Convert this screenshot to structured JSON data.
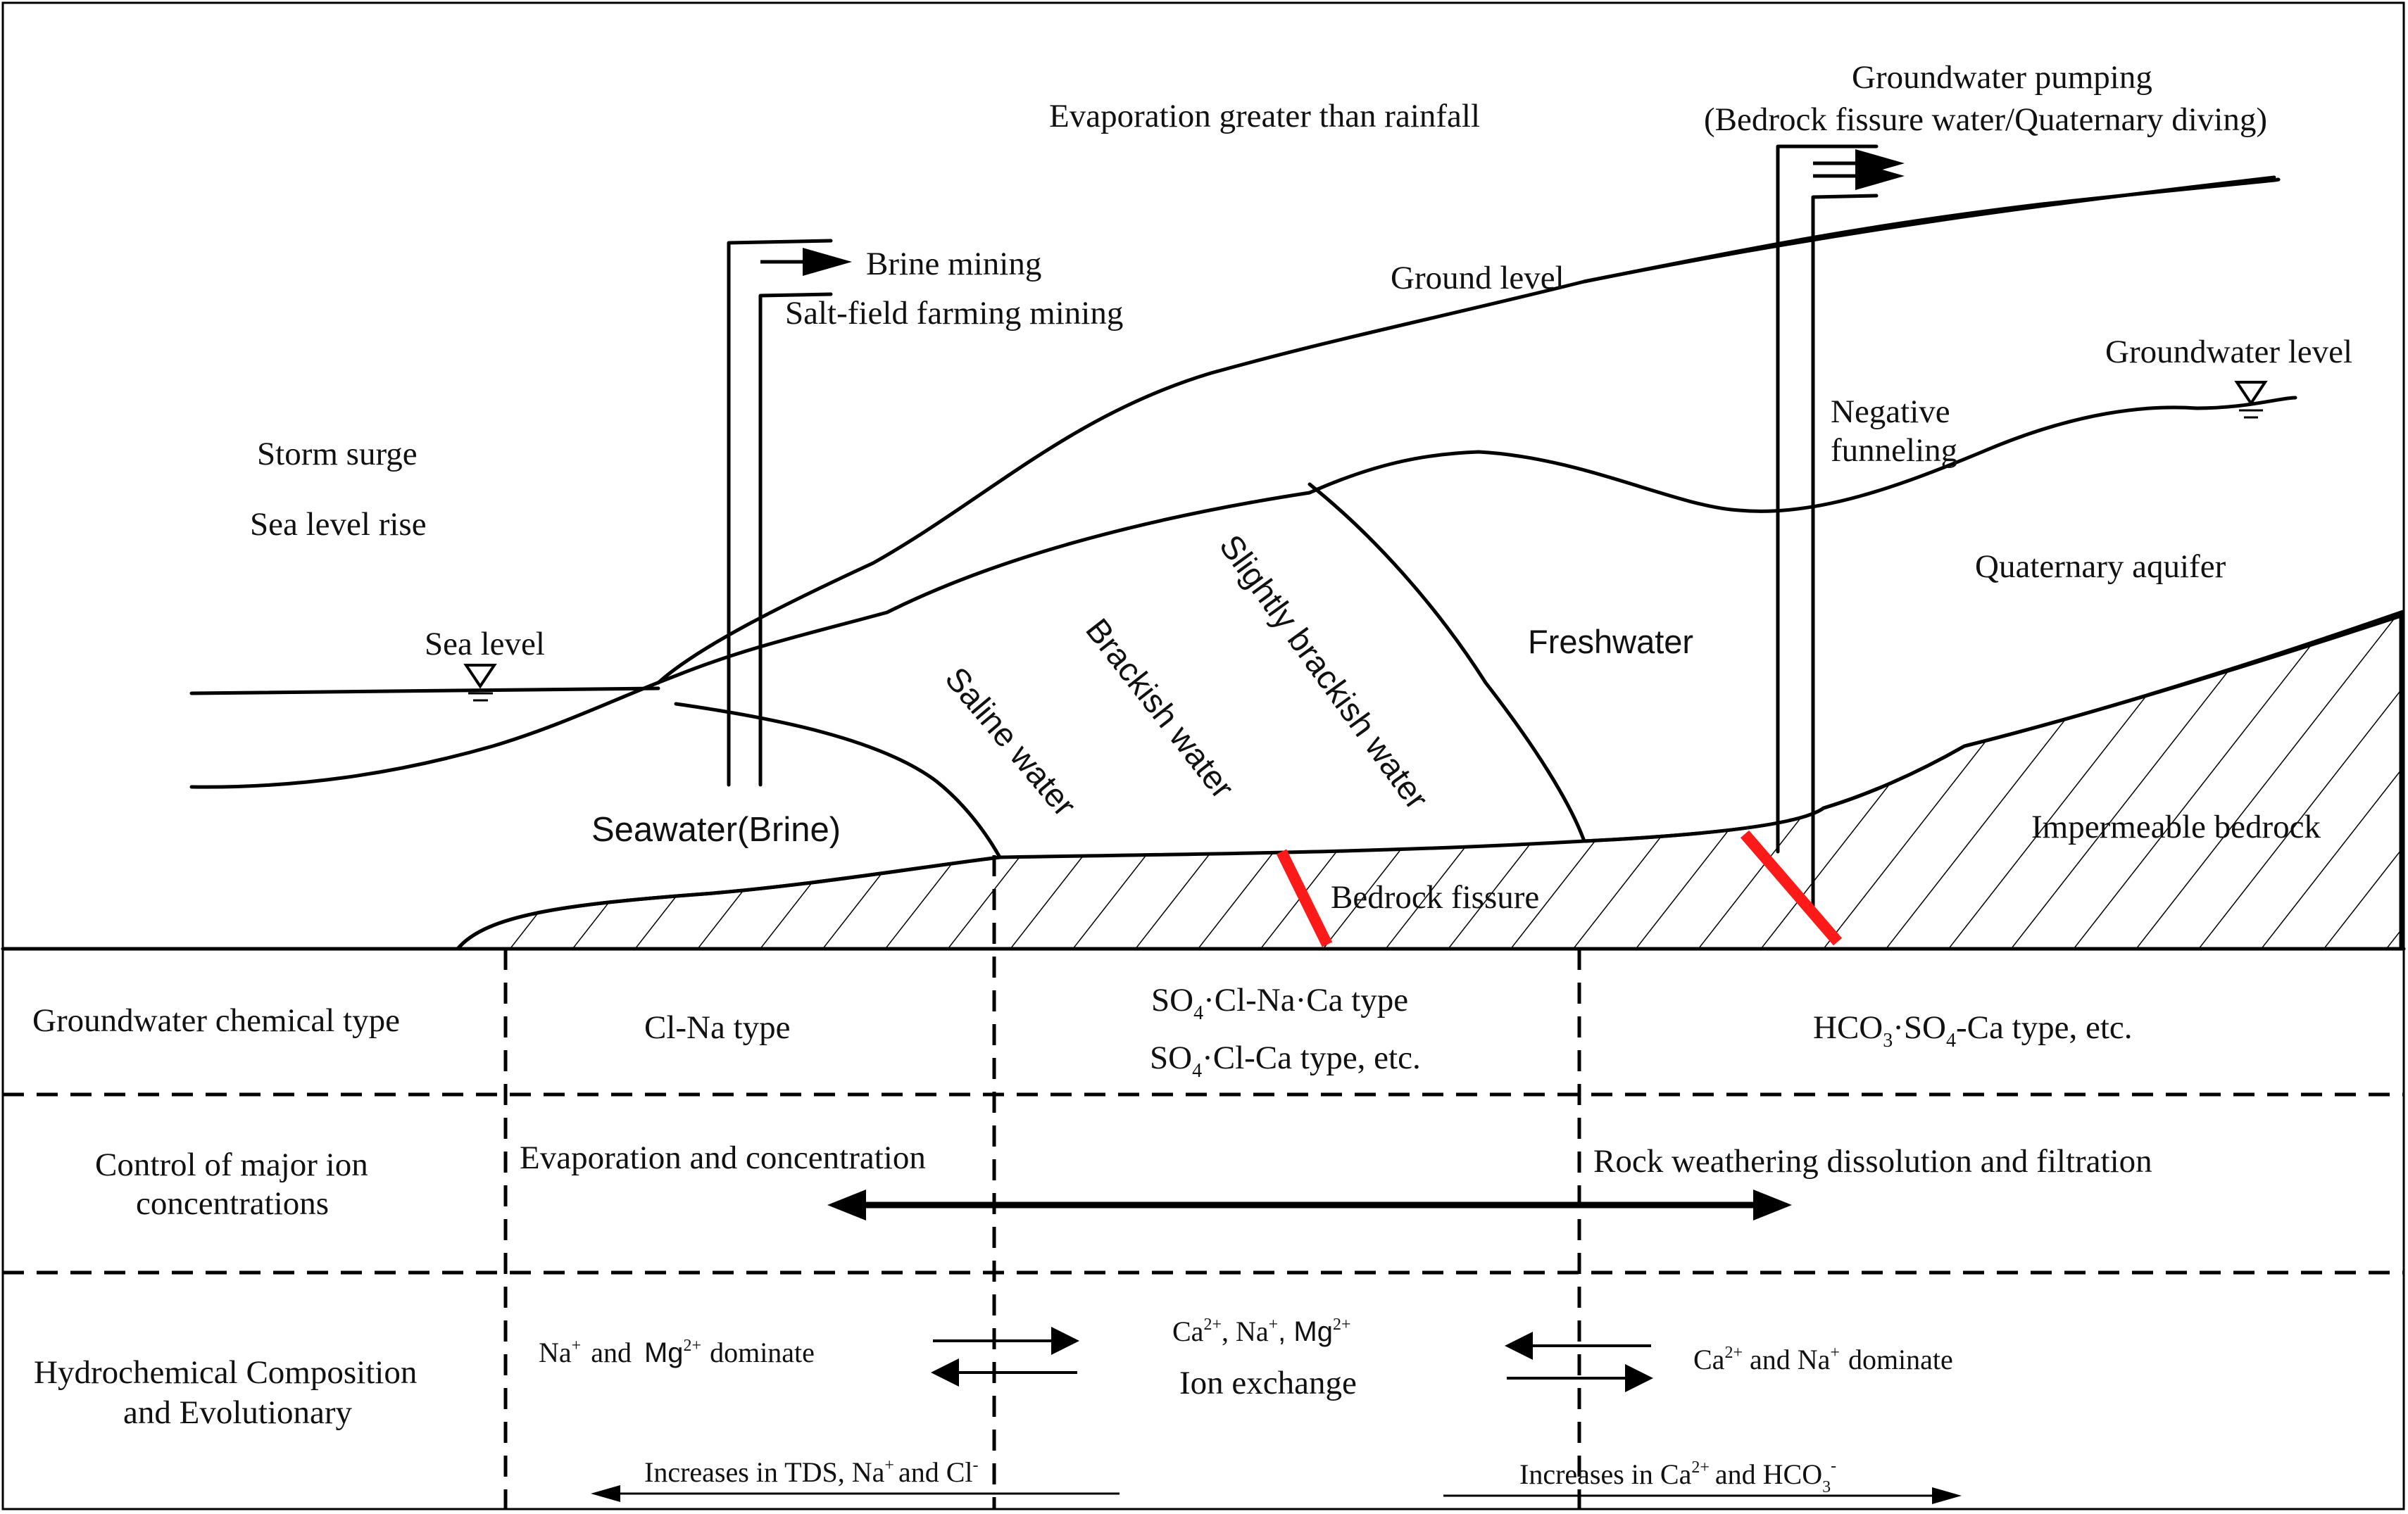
{
  "top": {
    "evaporation": "Evaporation greater than rainfall",
    "pumping_title": "Groundwater pumping",
    "pumping_sub": "(Bedrock fissure water/Quaternary diving)",
    "brine_mining": "Brine mining",
    "salt_field": "Salt-field farming mining",
    "ground_level": "Ground level",
    "groundwater_level": "Groundwater level",
    "negative_1": "Negative",
    "negative_2": "funneling",
    "storm_surge": "Storm surge",
    "sea_level_rise": "Sea level rise",
    "sea_level": "Sea level",
    "quaternary": "Quaternary aquifer",
    "freshwater": "Freshwater",
    "slightly": "Slightly brackish water",
    "brackish": "Brackish water",
    "saline": "Saline water",
    "seawater": "Seawater(Brine)",
    "bedrock": "Impermeable bedrock",
    "fissure": "Bedrock fissure"
  },
  "table": {
    "row1_header": "Groundwater chemical type",
    "row1_c1": "Cl-Na type",
    "row1_c2a_pre": "SO",
    "row1_c2a_sub": "4",
    "row1_c2a_post": "·Cl-Na·Ca type",
    "row1_c2b_pre": "SO",
    "row1_c2b_sub": "4",
    "row1_c2b_post": "·Cl-Ca type, etc.",
    "row1_c3_a": "HCO",
    "row1_c3_sub1": "3",
    "row1_c3_b": "·SO",
    "row1_c3_sub2": "4",
    "row1_c3_c": "-Ca type, etc.",
    "row2_header_1": "Control of major ion",
    "row2_header_2": "concentrations",
    "row2_left": "Evaporation and concentration",
    "row2_right": "Rock weathering dissolution and filtration",
    "row3_header_1": "Hydrochemical Composition",
    "row3_header_2": "and Evolutionary",
    "row3_left_na": "Na",
    "row3_left_plus": "+",
    "row3_left_and": "and ",
    "row3_left_mg": "Mg",
    "row3_left_2plus": "2+",
    "row3_left_dom": "dominate",
    "row3_mid_ca": "Ca",
    "row3_mid_2plus": "2+",
    "row3_mid_sep1": ",  Na",
    "row3_mid_plus": "+",
    "row3_mid_sep2": ",  Mg",
    "row3_mid_2plus_b": "2+",
    "row3_mid_2": "Ion exchange",
    "row3_right_ca": "Ca",
    "row3_right_2plus": "2+",
    "row3_right_and": "and Na",
    "row3_right_plus": "+",
    "row3_right_dom": "dominate",
    "row3_bottom_left_a": "Increases in TDS, Na",
    "row3_bottom_left_plus": "+",
    "row3_bottom_left_b": "and Cl",
    "row3_bottom_left_minus": "-",
    "row3_bottom_right_a": "Increases in Ca",
    "row3_bottom_right_2plus": "2+",
    "row3_bottom_right_b": "and HCO",
    "row3_bottom_right_sub": "3",
    "row3_bottom_right_minus": "-"
  }
}
